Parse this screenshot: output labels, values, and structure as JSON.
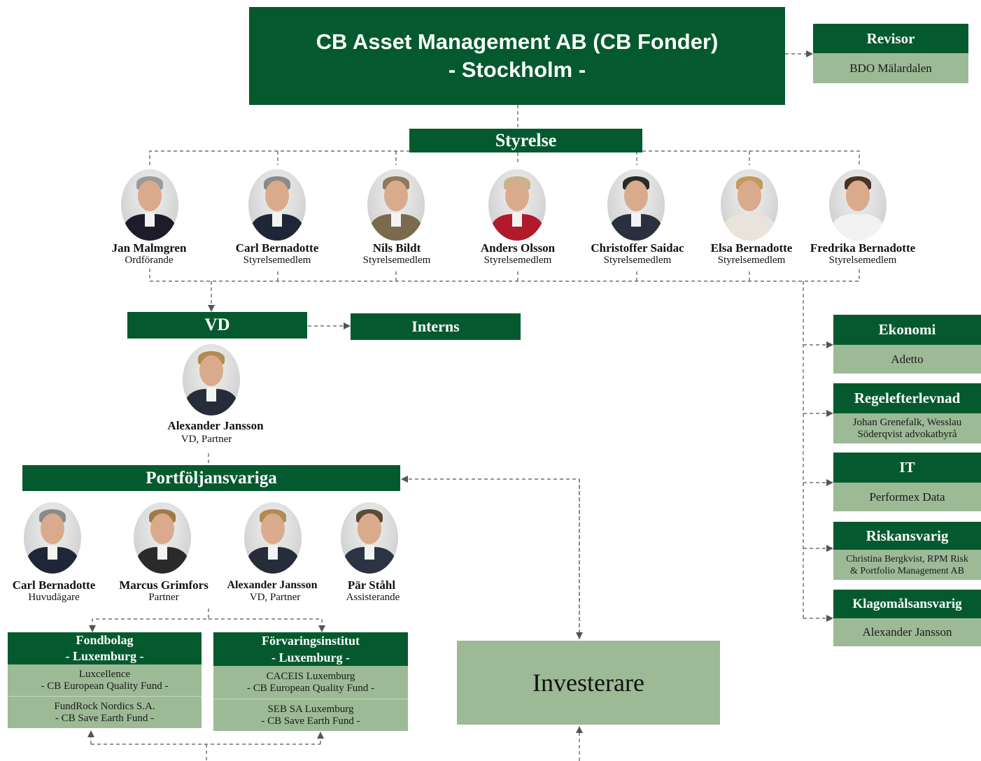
{
  "company": {
    "line1": "CB Asset Management AB (CB Fonder)",
    "line2": "- Stockholm -"
  },
  "revisor": {
    "title": "Revisor",
    "name": "BDO Mälardalen"
  },
  "styrelse": {
    "title": "Styrelse"
  },
  "board": [
    {
      "name": "Jan Malmgren",
      "role": "Ordförande"
    },
    {
      "name": "Carl Bernadotte",
      "role": "Styrelsemedlem"
    },
    {
      "name": "Nils Bildt",
      "role": "Styrelsemedlem"
    },
    {
      "name": "Anders Olsson",
      "role": "Styrelsemedlem"
    },
    {
      "name": "Christoffer Saidac",
      "role": "Styrelsemedlem"
    },
    {
      "name": "Elsa Bernadotte",
      "role": "Styrelsemedlem"
    },
    {
      "name": "Fredrika Bernadotte",
      "role": "Styrelsemedlem"
    }
  ],
  "vd": {
    "title": "VD",
    "name": "Alexander Jansson",
    "role": "VD, Partner"
  },
  "interns": {
    "title": "Interns"
  },
  "portfolio": {
    "title": "Portföljansvariga",
    "people": [
      {
        "name": "Carl Bernadotte",
        "role": "Huvudägare"
      },
      {
        "name": "Marcus Grimfors",
        "role": "Partner"
      },
      {
        "name": "Alexander Jansson",
        "role": "VD, Partner"
      },
      {
        "name": "Pär Ståhl",
        "role": "Assisterande"
      }
    ]
  },
  "fondbolag": {
    "title1": "Fondbolag",
    "title2": "- Luxemburg -",
    "entries": [
      {
        "line1": "Luxcellence",
        "line2": "- CB European Quality Fund -"
      },
      {
        "line1": "FundRock Nordics S.A.",
        "line2": "- CB Save Earth Fund -"
      }
    ]
  },
  "forvaring": {
    "title1": "Förvaringsinstitut",
    "title2": "- Luxemburg -",
    "entries": [
      {
        "line1": "CACEIS Luxemburg",
        "line2": "- CB European Quality Fund -"
      },
      {
        "line1": "SEB SA Luxemburg",
        "line2": "- CB Save Earth Fund -"
      }
    ]
  },
  "investerare": {
    "title": "Investerare"
  },
  "functions": [
    {
      "title": "Ekonomi",
      "line1": "Adetto",
      "line2": ""
    },
    {
      "title": "Regelefterlevnad",
      "line1": "Johan Grenefalk, Wesslau",
      "line2": "Söderqvist advokatbyrå"
    },
    {
      "title": "IT",
      "line1": "Performex Data",
      "line2": ""
    },
    {
      "title": "Riskansvarig",
      "line1": "Christina Bergkvist, RPM Risk",
      "line2": "& Portfolio Management AB"
    },
    {
      "title": "Klagomålsansvarig",
      "line1": "Alexander Jansson",
      "line2": ""
    }
  ],
  "colors": {
    "dark_green": "#045a2e",
    "light_green": "#9cba96",
    "connector": "#555555"
  }
}
